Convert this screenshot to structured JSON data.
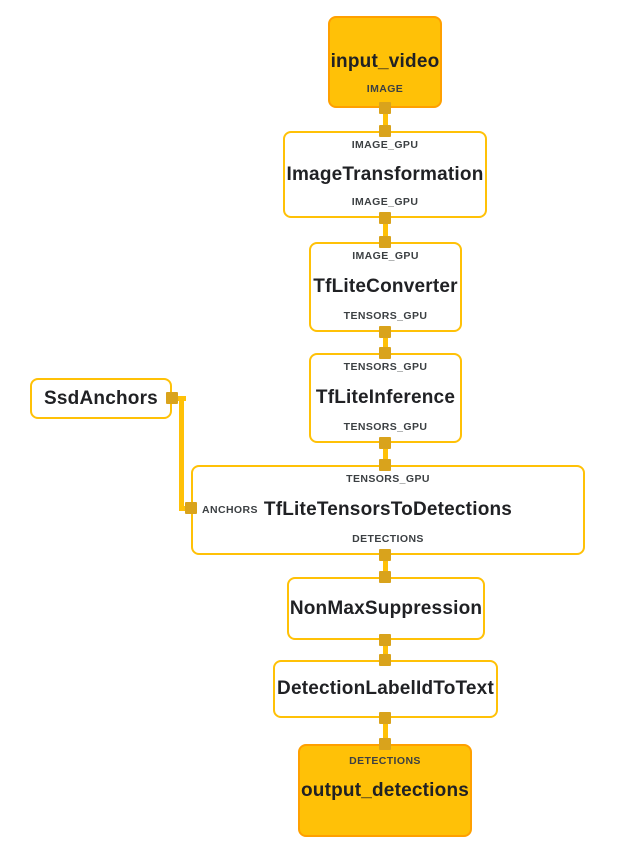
{
  "graph": {
    "type": "mediapipe-calculator-graph",
    "colors": {
      "background": "#FFFFFF",
      "io_node_fill": "#FFC107",
      "io_node_border": "#FFA000",
      "calculator_node_border": "#FFC107",
      "edge_line": "#FFC107",
      "port_square": "#D9A31C",
      "title_text": "#202124",
      "port_label_text": "#3c4043"
    },
    "nodes": {
      "input_video": {
        "title": "input_video",
        "kind": "graph_input_stream",
        "output_label": "IMAGE"
      },
      "image_transformation": {
        "title": "ImageTransformation",
        "kind": "calculator",
        "input_label": "IMAGE_GPU",
        "output_label": "IMAGE_GPU"
      },
      "tflite_converter": {
        "title": "TfLiteConverter",
        "kind": "calculator",
        "input_label": "IMAGE_GPU",
        "output_label": "TENSORS_GPU"
      },
      "tflite_inference": {
        "title": "TfLiteInference",
        "kind": "calculator",
        "input_label": "TENSORS_GPU",
        "output_label": "TENSORS_GPU"
      },
      "ssd_anchors": {
        "title": "SsdAnchors",
        "kind": "calculator"
      },
      "tflite_tensors_to_detections": {
        "title": "TfLiteTensorsToDetections",
        "kind": "calculator",
        "input_label": "TENSORS_GPU",
        "side_input_label": "ANCHORS",
        "output_label": "DETECTIONS"
      },
      "non_max_suppression": {
        "title": "NonMaxSuppression",
        "kind": "calculator"
      },
      "detection_label_id_to_text": {
        "title": "DetectionLabelIdToText",
        "kind": "calculator"
      },
      "output_detections": {
        "title": "output_detections",
        "kind": "graph_output_stream",
        "input_label": "DETECTIONS"
      }
    },
    "edges": [
      {
        "from": "input_video",
        "from_port": "IMAGE",
        "to": "ImageTransformation",
        "to_port": "IMAGE_GPU"
      },
      {
        "from": "ImageTransformation",
        "from_port": "IMAGE_GPU",
        "to": "TfLiteConverter",
        "to_port": "IMAGE_GPU"
      },
      {
        "from": "TfLiteConverter",
        "from_port": "TENSORS_GPU",
        "to": "TfLiteInference",
        "to_port": "TENSORS_GPU"
      },
      {
        "from": "TfLiteInference",
        "from_port": "TENSORS_GPU",
        "to": "TfLiteTensorsToDetections",
        "to_port": "TENSORS_GPU"
      },
      {
        "from": "SsdAnchors",
        "to": "TfLiteTensorsToDetections",
        "to_port": "ANCHORS"
      },
      {
        "from": "TfLiteTensorsToDetections",
        "from_port": "DETECTIONS",
        "to": "NonMaxSuppression"
      },
      {
        "from": "NonMaxSuppression",
        "to": "DetectionLabelIdToText"
      },
      {
        "from": "DetectionLabelIdToText",
        "to": "output_detections",
        "to_port": "DETECTIONS"
      }
    ]
  }
}
